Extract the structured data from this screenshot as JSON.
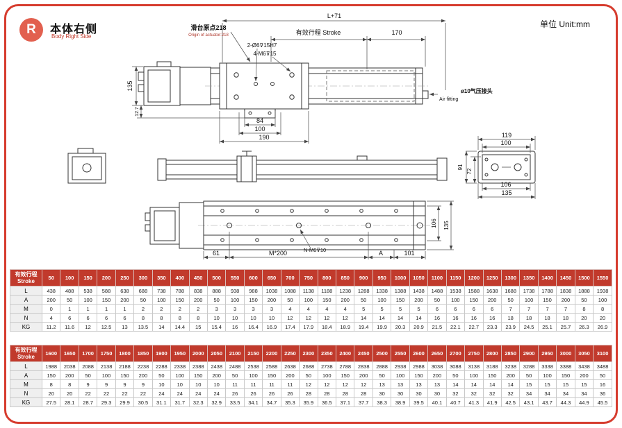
{
  "header": {
    "badge": "R",
    "title_cn": "本体右侧",
    "title_en": "Body Right Side",
    "unit": "单位 Unit:mm"
  },
  "drawing": {
    "top_view": {
      "dim_l71": "L+71",
      "origin_cn": "滑台原点218",
      "origin_en": "Origin of actuator:218",
      "stroke_label": "有效行程 Stroke",
      "dim_170": "170",
      "hole_note1": "2-Ø6⊽15H7",
      "hole_note2": "4-M6⊽15",
      "dim_135": "135",
      "dim_12_7": "12.7",
      "dim_84": "84",
      "dim_100": "100",
      "dim_190": "190",
      "air_cn": "ø10气压接头",
      "air_en": "Air fitting"
    },
    "end_view": {
      "dim_119": "119",
      "dim_100": "100",
      "dim_91": "91",
      "dim_72": "72",
      "dim_106": "106",
      "dim_135": "135"
    },
    "bottom_view": {
      "dim_61": "61",
      "dim_m200": "M*200",
      "hole_note": "N-M6⊽10",
      "dim_a": "A",
      "dim_101": "101",
      "dim_106": "106",
      "dim_135": "135"
    }
  },
  "table1": {
    "header_cn": "有效行程",
    "header_en": "Stroke",
    "strokes": [
      50,
      100,
      150,
      200,
      250,
      300,
      350,
      400,
      450,
      500,
      550,
      600,
      650,
      700,
      750,
      800,
      850,
      900,
      950,
      1000,
      1050,
      1100,
      1150,
      1200,
      1250,
      1300,
      1350,
      1400,
      1450,
      1500,
      1550
    ],
    "rows": [
      {
        "label": "L",
        "values": [
          438,
          488,
          538,
          588,
          638,
          688,
          738,
          788,
          838,
          888,
          938,
          988,
          1038,
          1088,
          1138,
          1188,
          1238,
          1288,
          1338,
          1388,
          1438,
          1488,
          1538,
          1588,
          1638,
          1688,
          1738,
          1788,
          1838,
          1888,
          1938
        ]
      },
      {
        "label": "A",
        "values": [
          200,
          50,
          100,
          150,
          200,
          50,
          100,
          150,
          200,
          50,
          100,
          150,
          200,
          50,
          100,
          150,
          200,
          50,
          100,
          150,
          200,
          50,
          100,
          150,
          200,
          50,
          100,
          150,
          200,
          50,
          100
        ]
      },
      {
        "label": "M",
        "values": [
          0,
          1,
          1,
          1,
          1,
          2,
          2,
          2,
          2,
          3,
          3,
          3,
          3,
          4,
          4,
          4,
          4,
          5,
          5,
          5,
          5,
          6,
          6,
          6,
          6,
          7,
          7,
          7,
          7,
          8,
          8
        ]
      },
      {
        "label": "N",
        "values": [
          4,
          6,
          6,
          6,
          6,
          8,
          8,
          8,
          8,
          10,
          10,
          10,
          10,
          12,
          12,
          12,
          12,
          14,
          14,
          14,
          14,
          16,
          16,
          16,
          16,
          18,
          18,
          18,
          18,
          20,
          20
        ]
      },
      {
        "label": "KG",
        "values": [
          11.2,
          11.6,
          12,
          12.5,
          13,
          13.5,
          14,
          14.4,
          15,
          15.4,
          16,
          16.4,
          16.9,
          17.4,
          17.9,
          18.4,
          18.9,
          19.4,
          19.9,
          20.3,
          20.9,
          21.5,
          22.1,
          22.7,
          23.3,
          23.9,
          24.5,
          25.1,
          25.7,
          26.3,
          26.9
        ]
      }
    ]
  },
  "table2": {
    "header_cn": "有效行程",
    "header_en": "Stroke",
    "strokes": [
      1600,
      1650,
      1700,
      1750,
      1800,
      1850,
      1900,
      1950,
      2000,
      2050,
      2100,
      2150,
      2200,
      2250,
      2300,
      2350,
      2400,
      2450,
      2500,
      2550,
      2600,
      2650,
      2700,
      2750,
      2800,
      2850,
      2900,
      2950,
      3000,
      3050,
      3100
    ],
    "rows": [
      {
        "label": "L",
        "values": [
          1988,
          2038,
          2088,
          2138,
          2188,
          2238,
          2288,
          2338,
          2388,
          2438,
          2488,
          2538,
          2588,
          2638,
          2688,
          2738,
          2788,
          2838,
          2888,
          2938,
          2988,
          3038,
          3088,
          3138,
          3188,
          3238,
          3288,
          3338,
          3388,
          3438,
          3488
        ]
      },
      {
        "label": "A",
        "values": [
          150,
          200,
          50,
          100,
          150,
          200,
          50,
          100,
          150,
          200,
          50,
          100,
          150,
          200,
          50,
          100,
          150,
          200,
          50,
          100,
          150,
          200,
          50,
          100,
          150,
          200,
          50,
          100,
          150,
          200,
          50
        ]
      },
      {
        "label": "M",
        "values": [
          8,
          8,
          9,
          9,
          9,
          9,
          10,
          10,
          10,
          10,
          11,
          11,
          11,
          11,
          12,
          12,
          12,
          12,
          13,
          13,
          13,
          13,
          14,
          14,
          14,
          14,
          15,
          15,
          15,
          15,
          16
        ]
      },
      {
        "label": "N",
        "values": [
          20,
          20,
          22,
          22,
          22,
          22,
          24,
          24,
          24,
          24,
          26,
          26,
          26,
          26,
          28,
          28,
          28,
          28,
          30,
          30,
          30,
          30,
          32,
          32,
          32,
          32,
          34,
          34,
          34,
          34,
          36
        ]
      },
      {
        "label": "KG",
        "values": [
          27.5,
          28.1,
          28.7,
          29.3,
          29.9,
          30.5,
          31.1,
          31.7,
          32.3,
          32.9,
          33.5,
          34.1,
          34.7,
          35.3,
          35.9,
          36.5,
          37.1,
          37.7,
          38.3,
          38.9,
          39.5,
          40.1,
          40.7,
          41.3,
          41.9,
          42.5,
          43.1,
          43.7,
          44.3,
          44.9,
          45.5
        ]
      }
    ]
  }
}
